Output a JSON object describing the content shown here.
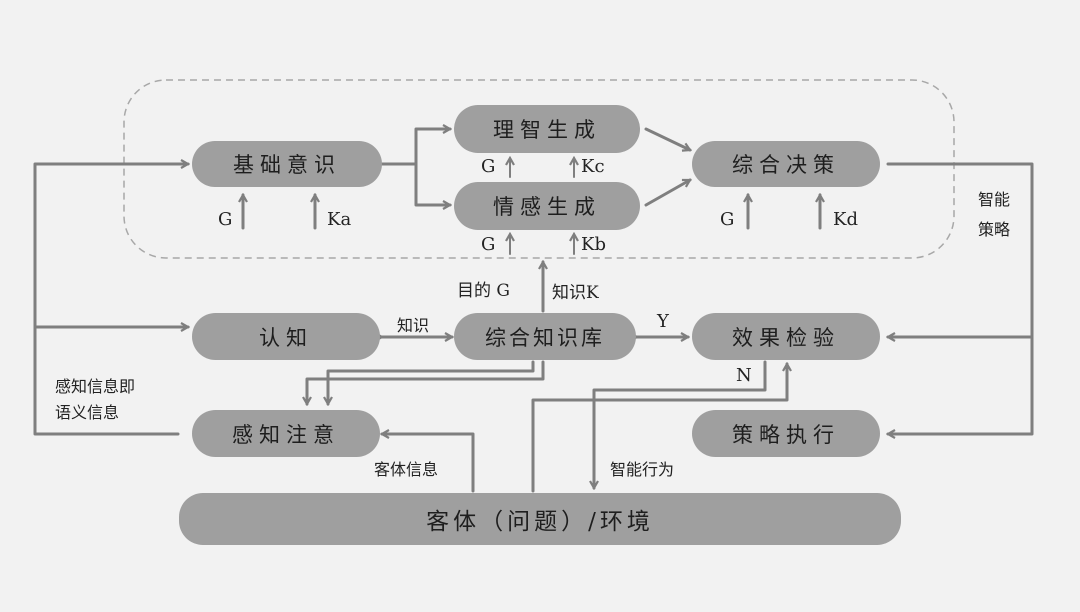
{
  "nodes": {
    "jichu_yishi": "基础意识",
    "lizhi_shengcheng": "理智生成",
    "qinggan_shengcheng": "情感生成",
    "zonghe_juece": "综合决策",
    "renzhi": "认知",
    "zonghe_zhishiku": "综合知识库",
    "xiaoguo_jianyan": "效果检验",
    "ganzhi_zhuyi": "感知注意",
    "celue_zhixing": "策略执行",
    "keti_huanjing": "客体（问题）/环境"
  },
  "labels": {
    "g_jichu": "G",
    "ka": "Ka",
    "g_lizhi": "G",
    "kc": "Kc",
    "g_qinggan": "G",
    "kb": "Kb",
    "g_juece": "G",
    "kd": "Kd",
    "mudi_g": "目的 G",
    "zhishi_k": "知识K",
    "zhishi": "知识",
    "yes": "Y",
    "no": "N",
    "zhineng_celue_1": "智能",
    "zhineng_celue_2": "策略",
    "ganzhi_xinxi_1": "感知信息即",
    "ganzhi_xinxi_2": "语义信息",
    "keti_xinxi": "客体信息",
    "zhineng_xingwei": "智能行为"
  },
  "colors": {
    "background": "#f2f2f2",
    "node_fill": "#9f9f9f",
    "arrow": "#7f7f7f",
    "dashed_border": "#a8a8a8"
  }
}
